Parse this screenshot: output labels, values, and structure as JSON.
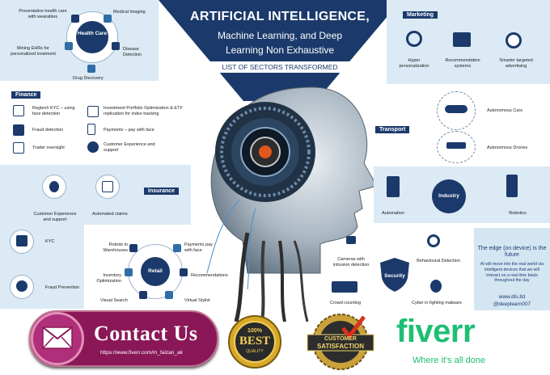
{
  "title": {
    "line1": "ARTIFICIAL INTELLIGENCE,",
    "line2": "Machine Learning, and Deep",
    "line3": "Learning Non Exhaustive",
    "banner": "LIST OF SECTORS TRANSFORMED"
  },
  "health_care": {
    "hub": "Health Care",
    "items": [
      "Preventative health care with wearables",
      "Medical imaging",
      "Mining EHRs for personalized treatment",
      "Disease Detection",
      "Drug Discovery"
    ]
  },
  "finance": {
    "header": "Finance",
    "items": [
      "Regtech KYC – using face detection",
      "Investment Portfolio Optimization & ETF replication for index tracking",
      "Fraud detection",
      "Payments – pay with face",
      "Trader oversight",
      "Customer Experience and support"
    ]
  },
  "insurance": {
    "header": "Insurance",
    "items": [
      "Customer Experience and support",
      "Automated claims",
      "KYC",
      "Fraud Prevention"
    ]
  },
  "retail": {
    "hub": "Retail",
    "items": [
      "Robots in Warehouses",
      "Payments pay with face",
      "Inventory Optimization",
      "Recommendations",
      "Visual Search",
      "Virtual Stylist"
    ]
  },
  "marketing": {
    "header": "Marketing",
    "items": [
      "Hyper personalization",
      "Recommendation systems",
      "Smarter targeted advertising"
    ]
  },
  "transport": {
    "header": "Transport",
    "items": [
      "Autonomous Cars",
      "Autonomous Drones"
    ]
  },
  "industry": {
    "hub": "Industry",
    "items": [
      "Automation",
      "Robotics"
    ]
  },
  "security": {
    "hub": "Security",
    "items": [
      "Cameras with intrusion detection",
      "Behavioural Detection",
      "Crowd counting",
      "Cyber in fighting malware"
    ]
  },
  "edge": {
    "title": "The edge (on device) is the future",
    "body": "AI will move into the real world via intelligent devices that we will interact on a real time basis throughout the day",
    "site": "www.dls.ltd",
    "handle": "@deeplearn007"
  },
  "footer": {
    "contact": "Contact Us",
    "contact_url": "https://www.fiverr.com/m_faizan_ak",
    "best_top": "100%",
    "best": "BEST",
    "best_bottom": "QUALITY",
    "cs1": "CUSTOMER",
    "cs2": "SATISFACTION",
    "fiverr": "fiverr",
    "fiverr_tag": "Where it's all done"
  },
  "colors": {
    "navy": "#1b3a6b",
    "panel": "#dbeaf4",
    "magenta": "#8a1858",
    "gold": "#c9a227",
    "fiverr_green": "#1dbf73"
  }
}
